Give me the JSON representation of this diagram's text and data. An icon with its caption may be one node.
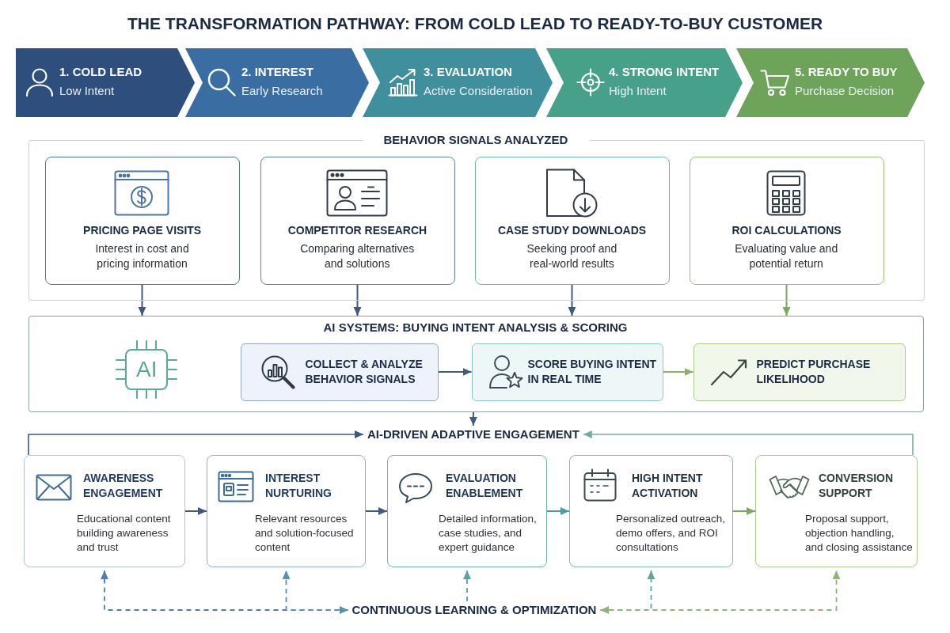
{
  "diagram": {
    "title": "THE TRANSFORMATION PATHWAY: FROM COLD LEAD TO READY-TO-BUY CUSTOMER",
    "nodes": [
      {
        "text": [
          "1. COLD LEAD",
          "Low Intent"
        ]
      },
      {
        "text": [
          "2. INTEREST",
          "Early Research"
        ]
      },
      {
        "text": [
          "3. EVALUATION",
          "Active Consideration"
        ]
      },
      {
        "text": [
          "4. STRONG INTENT",
          "High Intent"
        ]
      },
      {
        "text": [
          "5. READY TO BUY",
          "Purchase Decision"
        ]
      },
      {
        "text": [
          "BEHAVIOR SIGNALS ANALYZED"
        ]
      },
      {
        "text": [
          "PRICING PAGE VISITS",
          "Interest in cost and pricing information"
        ],
        "in": 5
      },
      {
        "text": [
          "COMPETITOR RESEARCH",
          "Comparing alternatives and solutions"
        ],
        "in": 5
      },
      {
        "text": [
          "CASE STUDY DOWNLOADS",
          "Seeking proof and real-world results"
        ],
        "in": 5
      },
      {
        "text": [
          "ROI CALCULATIONS",
          "Evaluating value and potential return"
        ],
        "in": 5
      },
      {
        "text": [
          "AI SYSTEMS: BUYING INTENT ANALYSIS & SCORING"
        ]
      },
      {
        "text": [
          "AI"
        ],
        "in": 10
      },
      {
        "text": [
          "COLLECT & ANALYZE BEHAVIOR SIGNALS"
        ],
        "in": 10
      },
      {
        "text": [
          "SCORE BUYING INTENT IN REAL TIME"
        ],
        "in": 10
      },
      {
        "text": [
          "PREDICT PURCHASE LIKELIHOOD"
        ],
        "in": 10
      },
      {
        "text": [
          "AI-DRIVEN ADAPTIVE ENGAGEMENT"
        ]
      },
      {
        "text": [
          "AWARENESS ENGAGEMENT",
          "Educational content building awareness and trust"
        ]
      },
      {
        "text": [
          "INTEREST NURTURING",
          "Relevant resources and solution-focused content"
        ]
      },
      {
        "text": [
          "EVALUATION ENABLEMENT",
          "Detailed information, case studies, and expert guidance"
        ]
      },
      {
        "text": [
          "HIGH INTENT ACTIVATION",
          "Personalized outreach, demo offers, and ROI consultations"
        ]
      },
      {
        "text": [
          "CONVERSION SUPPORT",
          "Proposal support, objection handling, and closing assistance"
        ]
      },
      {
        "text": [
          "CONTINUOUS LEARNING & OPTIMIZATION"
        ]
      }
    ],
    "edges": [
      {
        "from": 6,
        "to": 10,
        "arrow": "to"
      },
      {
        "from": 7,
        "to": 10,
        "arrow": "to"
      },
      {
        "from": 8,
        "to": 10,
        "arrow": "to"
      },
      {
        "from": 9,
        "to": 10,
        "arrow": "to",
        "color": "#7aab5c"
      },
      {
        "from": 12,
        "to": 13,
        "arrow": "to"
      },
      {
        "from": 13,
        "to": 14,
        "arrow": "to",
        "color": "#86b46a"
      },
      {
        "from": 10,
        "to": 15,
        "arrow": "to"
      },
      {
        "from": 16,
        "to": 17,
        "arrow": "to"
      },
      {
        "from": 17,
        "to": 18,
        "arrow": "to"
      },
      {
        "from": 18,
        "to": 19,
        "arrow": "to",
        "color": "#4e9c9c"
      },
      {
        "from": 19,
        "to": 20,
        "arrow": "to",
        "color": "#7aab5c"
      },
      {
        "from": 16,
        "to": 15,
        "arrow": "to"
      },
      {
        "from": 20,
        "to": 15,
        "arrow": "to",
        "color": "#73ad9a"
      },
      {
        "from": 21,
        "to": 16,
        "arrow": "both",
        "style": "dashed",
        "color": "#4a80aa"
      },
      {
        "from": 21,
        "to": 17,
        "arrow": "both",
        "style": "dashed",
        "color": "#5293b2"
      },
      {
        "from": 21,
        "to": 18,
        "arrow": "to",
        "style": "dashed",
        "color": "#55a3a3"
      },
      {
        "from": 21,
        "to": 19,
        "arrow": "both",
        "style": "dashed",
        "color": "#5fa99b"
      },
      {
        "from": 21,
        "to": 20,
        "arrow": "both",
        "style": "dashed",
        "color": "#8db573"
      }
    ]
  }
}
